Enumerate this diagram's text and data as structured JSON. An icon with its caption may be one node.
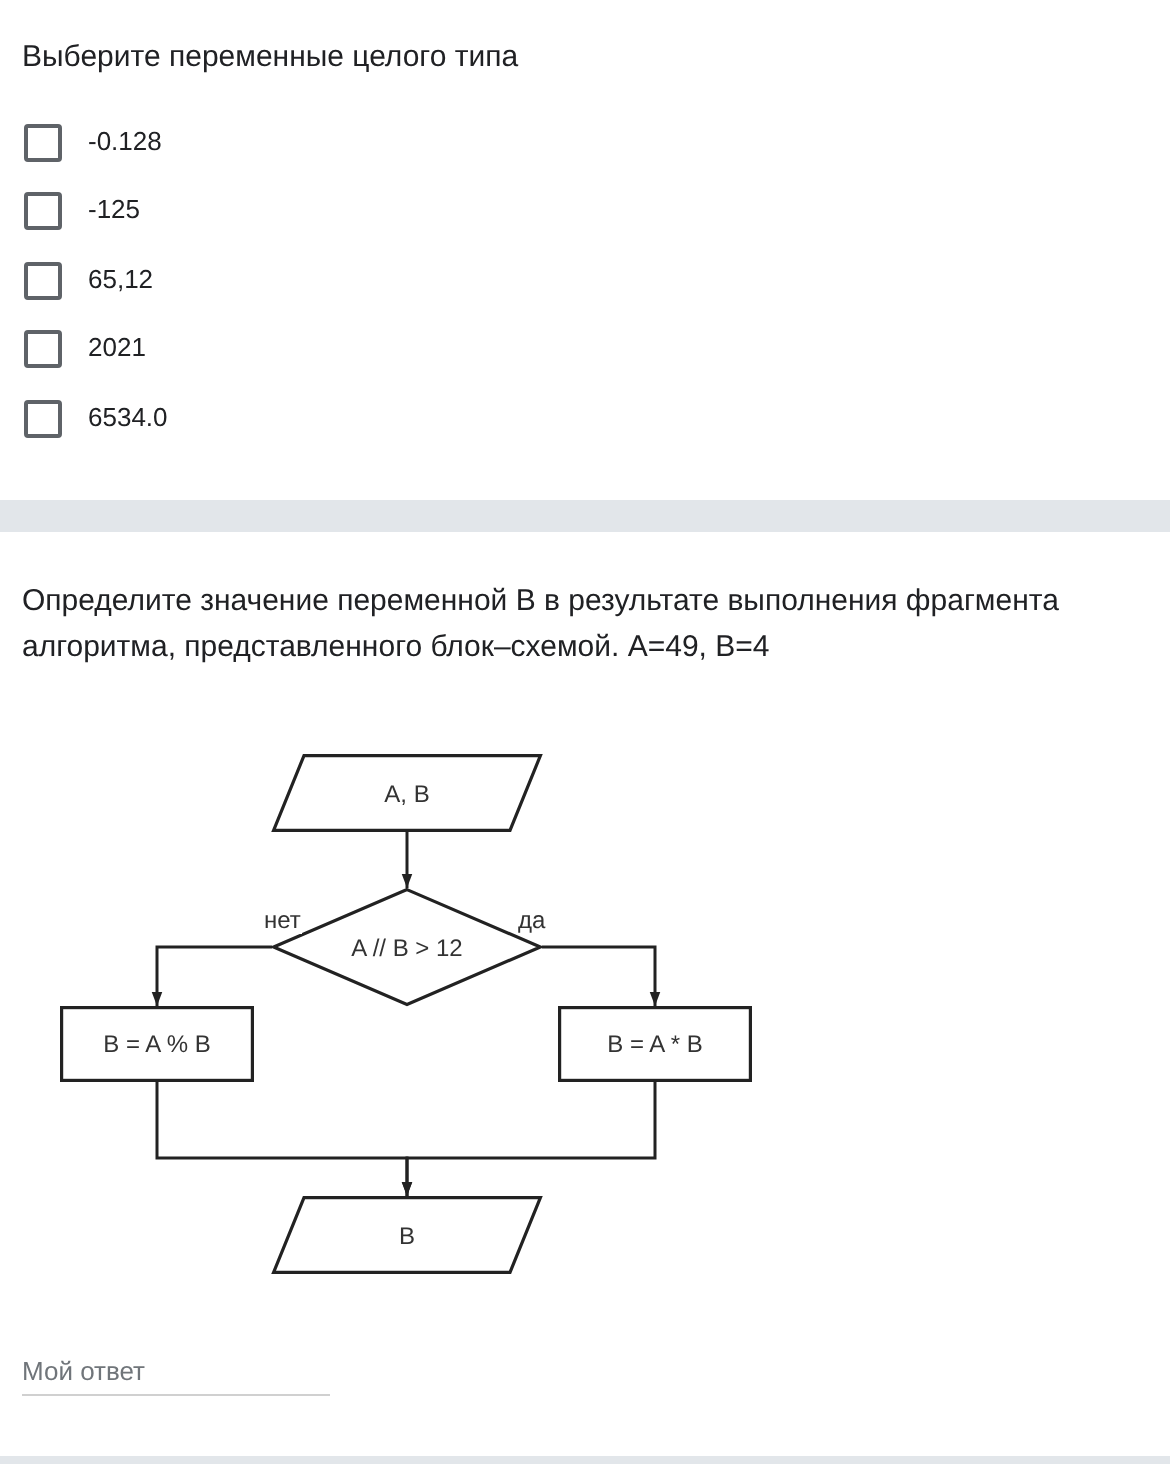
{
  "diagram": {
    "nodes": [
      {
        "text": [
          "A, B"
        ]
      },
      {
        "text": [
          "A // B > 12"
        ]
      },
      {
        "text": [
          "B = A % B"
        ]
      },
      {
        "text": [
          "B = A * B"
        ]
      },
      {
        "text": [
          "B"
        ]
      }
    ],
    "edges": [
      {
        "from": 0,
        "to": 1,
        "arrow": "to"
      },
      {
        "from": 1,
        "to": 2,
        "arrow": "to",
        "label": "нет"
      },
      {
        "from": 1,
        "to": 3,
        "arrow": "to",
        "label": "да"
      },
      {
        "from": 2,
        "to": 4,
        "arrow": "to"
      },
      {
        "from": 3,
        "to": 4,
        "arrow": "to"
      }
    ],
    "labels": [
      "Выберите переменные целого типа",
      "-0.128",
      "-125",
      "65,12",
      "2021",
      "6534.0",
      "Определите значение переменной B в результате выполнения фрагмента алгоритма, представленного блок–схемой. A=49, B=4",
      "Мой ответ"
    ]
  }
}
